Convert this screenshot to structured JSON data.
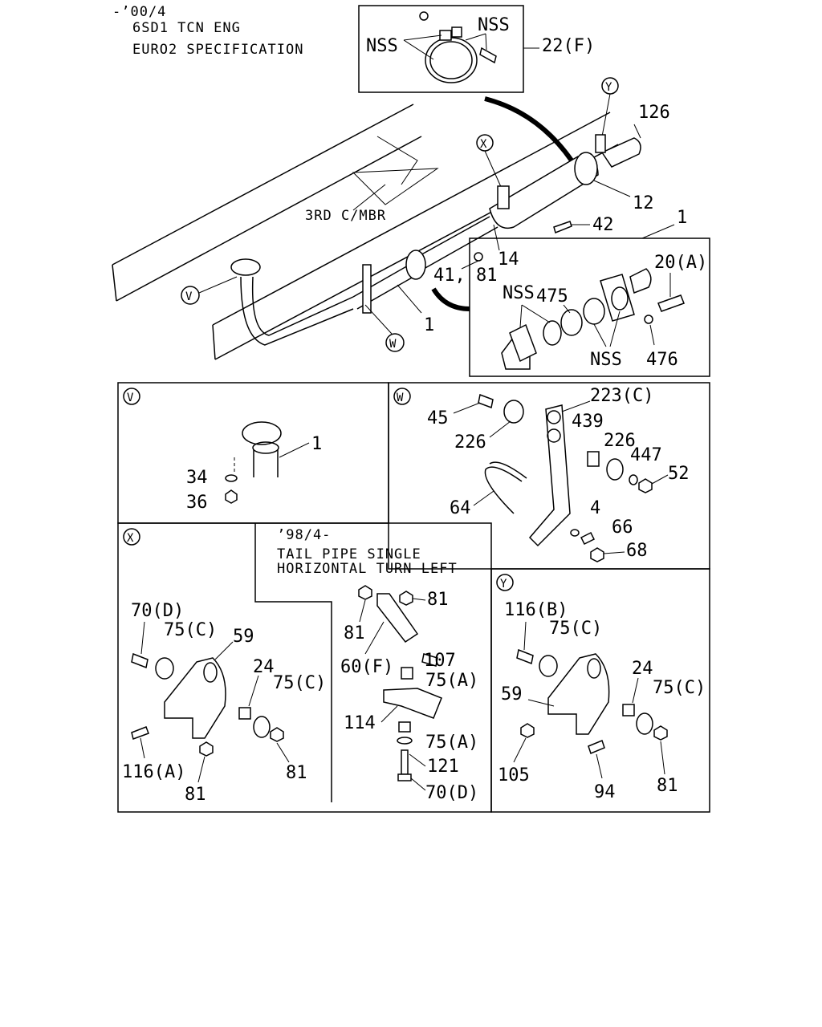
{
  "header": {
    "line1": "-’00/4",
    "line2": "6SD1 TCN ENG",
    "line3": "EURO2 SPECIFICATION"
  },
  "main": {
    "nss_a": "NSS",
    "nss_b": "NSS",
    "l22f": "22(F)",
    "lY": "Y",
    "l126": "126",
    "lX": "X",
    "l12": "12",
    "l3rd": "3RD C/MBR",
    "l42": "42",
    "l1a": "1",
    "l14": "14",
    "l4181": "41, 81",
    "l1b": "1",
    "lV": "V",
    "lW": "W",
    "l20a": "20(A)",
    "l475": "475",
    "nss_c": "NSS",
    "nss_d": "NSS",
    "l476": "476"
  },
  "panel_v": {
    "marker": "V",
    "l1": "1",
    "l34": "34",
    "l36": "36"
  },
  "panel_w": {
    "marker": "W",
    "l45": "45",
    "l223c": "223(C)",
    "l439": "439",
    "l226a": "226",
    "l226b": "226",
    "l447": "447",
    "l52": "52",
    "l64": "64",
    "l4": "4",
    "l66": "66",
    "l68": "68"
  },
  "panel_x": {
    "marker": "X",
    "l70d": "70(D)",
    "l75c_a": "75(C)",
    "l59": "59",
    "l24": "24",
    "l75c_b": "75(C)",
    "l116a": "116(A)",
    "l81a": "81",
    "l81b": "81",
    "note1": "’98/4-",
    "note2": "TAIL PIPE SINGLE",
    "note3": "HORIZONTAL TURN LEFT",
    "l81c": "81",
    "l81d": "81",
    "l60f": "60(F)",
    "l107": "107",
    "l75a_a": "75(A)",
    "l114": "114",
    "l75a_b": "75(A)",
    "l121": "121",
    "l70d_b": "70(D)"
  },
  "panel_y": {
    "marker": "Y",
    "l116b": "116(B)",
    "l75c_a": "75(C)",
    "l59": "59",
    "l24": "24",
    "l75c_b": "75(C)",
    "l105": "105",
    "l94": "94",
    "l81": "81"
  }
}
